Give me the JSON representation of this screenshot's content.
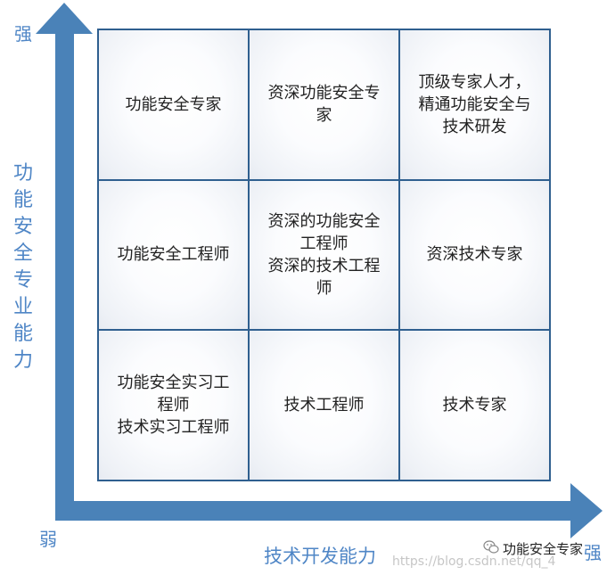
{
  "axes": {
    "y_title": "功能安全专业能力",
    "y_strong": "强",
    "x_title": "技术开发能力",
    "x_weak": "弱",
    "x_strong": "强",
    "color": "#4f86c6"
  },
  "grid": {
    "cells": [
      "功能安全专家",
      "资深功能安全专\n家",
      "顶级专家人才，\n精通功能安全与\n技术研发",
      "功能安全工程师",
      "资深的功能安全\n工程师\n资深的技术工程\n师",
      "资深技术专家",
      "功能安全实习工\n程师\n技术实习工程师",
      "技术工程师",
      "技术专家"
    ]
  },
  "watermark": {
    "brand": "功能安全专家",
    "url": "https://blog.csdn.net/qq_4",
    "icon": "wechat-icon"
  }
}
